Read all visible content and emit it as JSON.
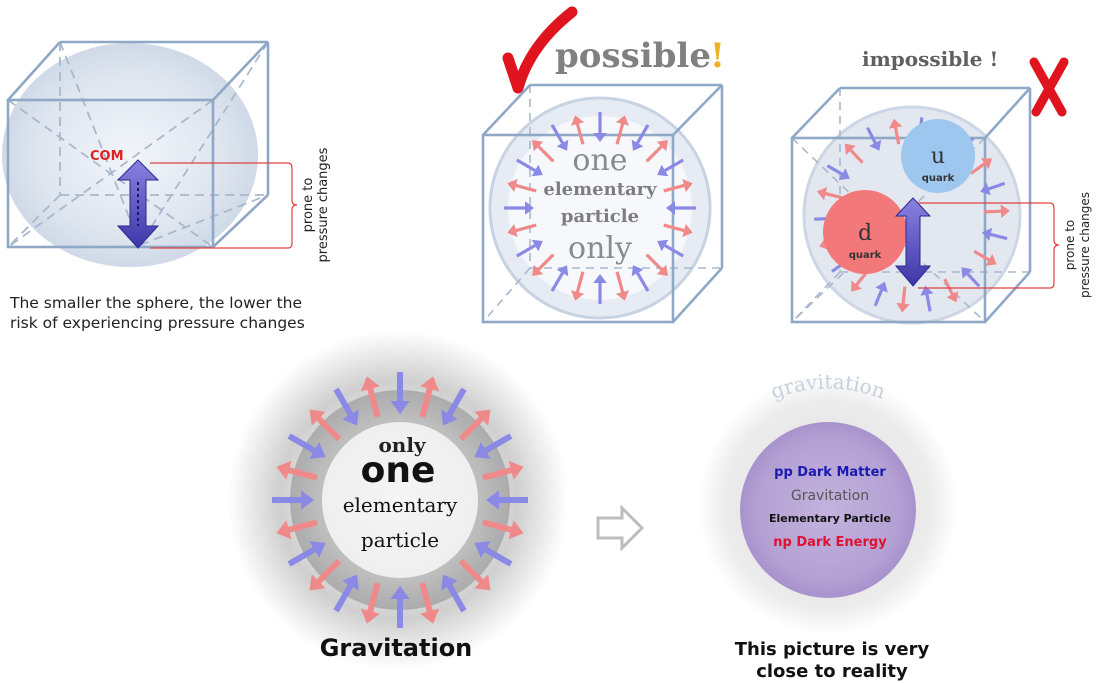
{
  "panel1": {
    "com_label": "COM",
    "side_label": [
      "prone to",
      "pressure changes"
    ],
    "caption": [
      "The smaller the sphere, the lower the",
      "risk of experiencing pressure changes"
    ]
  },
  "panel2": {
    "heading_word": "possible",
    "heading_mark": "!",
    "sphere_lines": [
      "one",
      "elementary",
      "particle",
      "only"
    ]
  },
  "panel3": {
    "heading": "impossible !",
    "u_letter": "u",
    "u_label": "quark",
    "d_letter": "d",
    "d_label": "quark",
    "side_label": [
      "prone to",
      "pressure changes"
    ]
  },
  "panel4": {
    "line_small": "only",
    "line_big": "one",
    "line2": "elementary",
    "line3": "particle",
    "caption": "Gravitation"
  },
  "panel5": {
    "arc_label": "gravitation",
    "lines": [
      "pp Dark Matter",
      "Gravitation",
      "Elementary Particle",
      "np Dark Energy"
    ],
    "caption": [
      "This picture is very",
      "close to reality"
    ]
  },
  "colors": {
    "cube_edge": "#8fa8c6",
    "dashed": "#a9b8cc",
    "red_arrow": "#f08a8a",
    "blue_arrow": "#8a8ae6",
    "com_red": "#e02020",
    "check_red": "#e0141e",
    "purple": "#b8a6d6",
    "dark_blue_text": "#1a1ab0",
    "dark_energy_red": "#e01030"
  }
}
